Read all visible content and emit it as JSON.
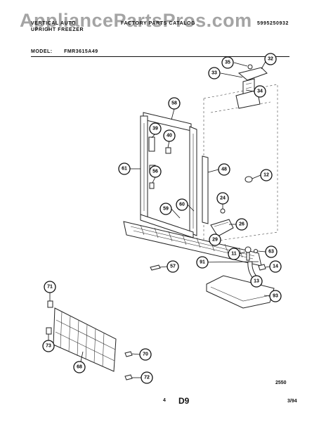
{
  "header": {
    "left_line1": "VERTICAL AUTO",
    "left_line2": "UPRIGHT FREEZER",
    "center_text": "FACTORY PARTS CATALOG",
    "part_number": "5995250932"
  },
  "watermark": "AppliancePartsPros.com",
  "model": {
    "label": "MODEL:",
    "value": "FMR3615A49"
  },
  "callouts": [
    {
      "num": "35"
    },
    {
      "num": "32"
    },
    {
      "num": "33"
    },
    {
      "num": "34"
    },
    {
      "num": "58"
    },
    {
      "num": "39"
    },
    {
      "num": "40"
    },
    {
      "num": "61"
    },
    {
      "num": "56"
    },
    {
      "num": "48"
    },
    {
      "num": "12"
    },
    {
      "num": "24"
    },
    {
      "num": "60"
    },
    {
      "num": "59"
    },
    {
      "num": "26"
    },
    {
      "num": "29"
    },
    {
      "num": "11"
    },
    {
      "num": "63"
    },
    {
      "num": "57"
    },
    {
      "num": "91"
    },
    {
      "num": "14"
    },
    {
      "num": "13"
    },
    {
      "num": "93"
    },
    {
      "num": "71"
    },
    {
      "num": "73"
    },
    {
      "num": "70"
    },
    {
      "num": "68"
    },
    {
      "num": "72"
    }
  ],
  "footer": {
    "ref_code": "2550",
    "page_num": "4",
    "page_code": "D9",
    "date": "3/94"
  }
}
